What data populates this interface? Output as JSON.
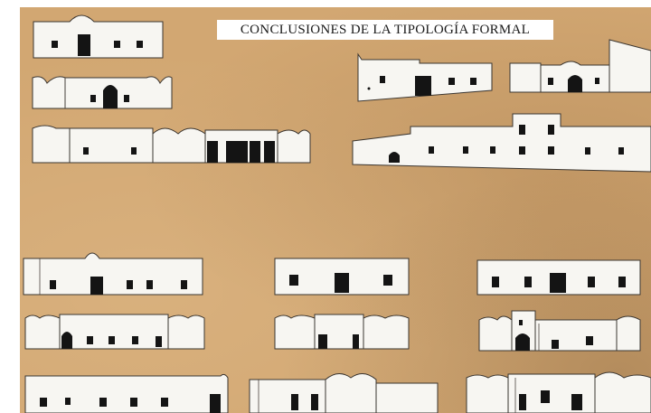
{
  "title": "CONCLUSIONES DE LA TIPOLOGÍA FORMAL",
  "colors": {
    "board": "#d2a772",
    "wall": "#f7f6f2",
    "opening": "#141414",
    "label_bg": "#ffffff"
  },
  "drawings": [
    "facade-1",
    "facade-2",
    "facade-3",
    "facade-4",
    "facade-5",
    "facade-6",
    "facade-7",
    "facade-8",
    "facade-9",
    "facade-10",
    "facade-11",
    "facade-12",
    "facade-13",
    "facade-14",
    "facade-15"
  ]
}
